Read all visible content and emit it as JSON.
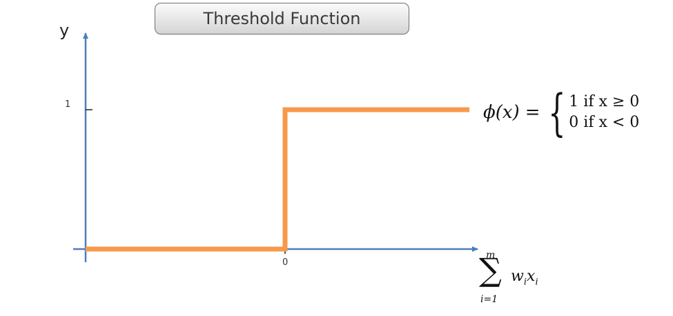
{
  "chart_data": {
    "type": "line",
    "title": "Threshold Function",
    "ylabel": "y",
    "xlabel_top": "m",
    "xlabel_sum": "∑",
    "xlabel_bottom": "i=1",
    "xlabel_term": "w",
    "xlabel_term_sub1": "i",
    "xlabel_term_mid": "x",
    "xlabel_term_sub2": "i",
    "x_tick_labels": [
      "0"
    ],
    "y_tick_labels": [
      "1"
    ],
    "xlim": [
      -1,
      1
    ],
    "ylim": [
      0,
      1
    ],
    "series": [
      {
        "points": [
          [
            -1,
            0
          ],
          [
            0,
            0
          ],
          [
            0,
            1
          ],
          [
            1,
            1
          ]
        ],
        "color": "#f7994b"
      }
    ],
    "axis_color": "#4a7ebb",
    "grid": false
  },
  "formula": {
    "lhs": "ϕ(x)",
    "equals": "=",
    "brace": "{",
    "case1_value": "1",
    "case1_cond": "if x ≥ 0",
    "case2_value": "0",
    "case2_cond": "if x < 0"
  }
}
